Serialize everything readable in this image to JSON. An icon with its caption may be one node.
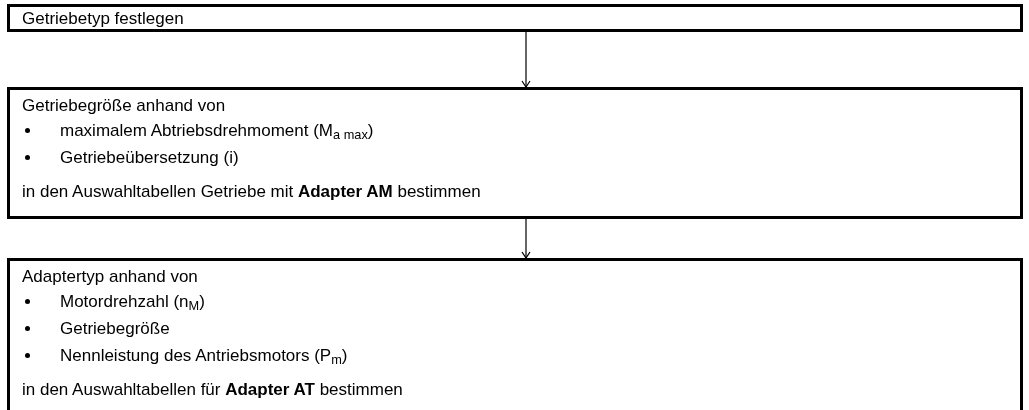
{
  "diagram": {
    "nodes": [
      {
        "text": [
          "Getriebetyp festlegen"
        ]
      },
      {
        "text": [
          "Getriebegröße anhand von",
          "maximalem Abtriebsdrehmoment (M$_{a max}$)",
          "Getriebeübersetzung (i)",
          "in den Auswahltabellen Getriebe mit **Adapter AM** bestimmen"
        ]
      },
      {
        "text": [
          "Adaptertyp anhand von",
          "Motordrehzahl (n$_{M}$)",
          "Getriebegröße",
          "Nennleistung des Antriebsmotors (P$_{m}$)",
          "in den Auswahltabellen für **Adapter AT** bestimmen"
        ]
      }
    ],
    "edges": [
      {
        "from": 0,
        "to": 1,
        "arrow": "to"
      },
      {
        "from": 1,
        "to": 2,
        "arrow": "to"
      }
    ]
  }
}
